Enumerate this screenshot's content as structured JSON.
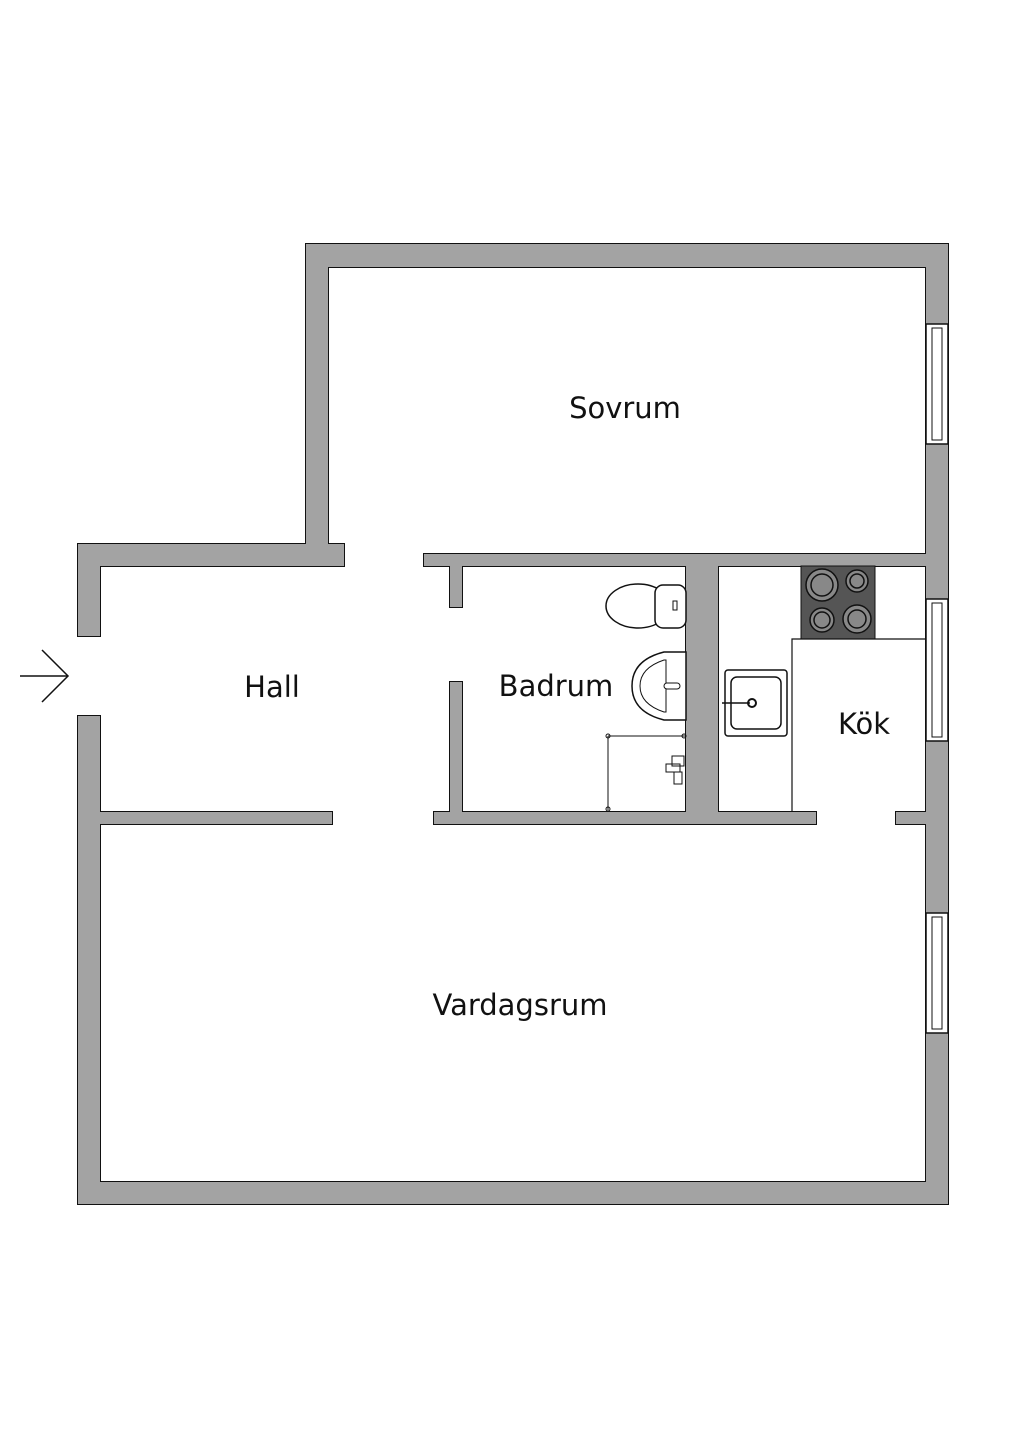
{
  "plan": {
    "rooms": {
      "sovrum": "Sovrum",
      "hall": "Hall",
      "badrum": "Badrum",
      "kok": "Kök",
      "vardagsrum": "Vardagsrum"
    },
    "colors": {
      "wall": "#a3a3a3",
      "stove": "#555555",
      "line": "#111111"
    }
  }
}
